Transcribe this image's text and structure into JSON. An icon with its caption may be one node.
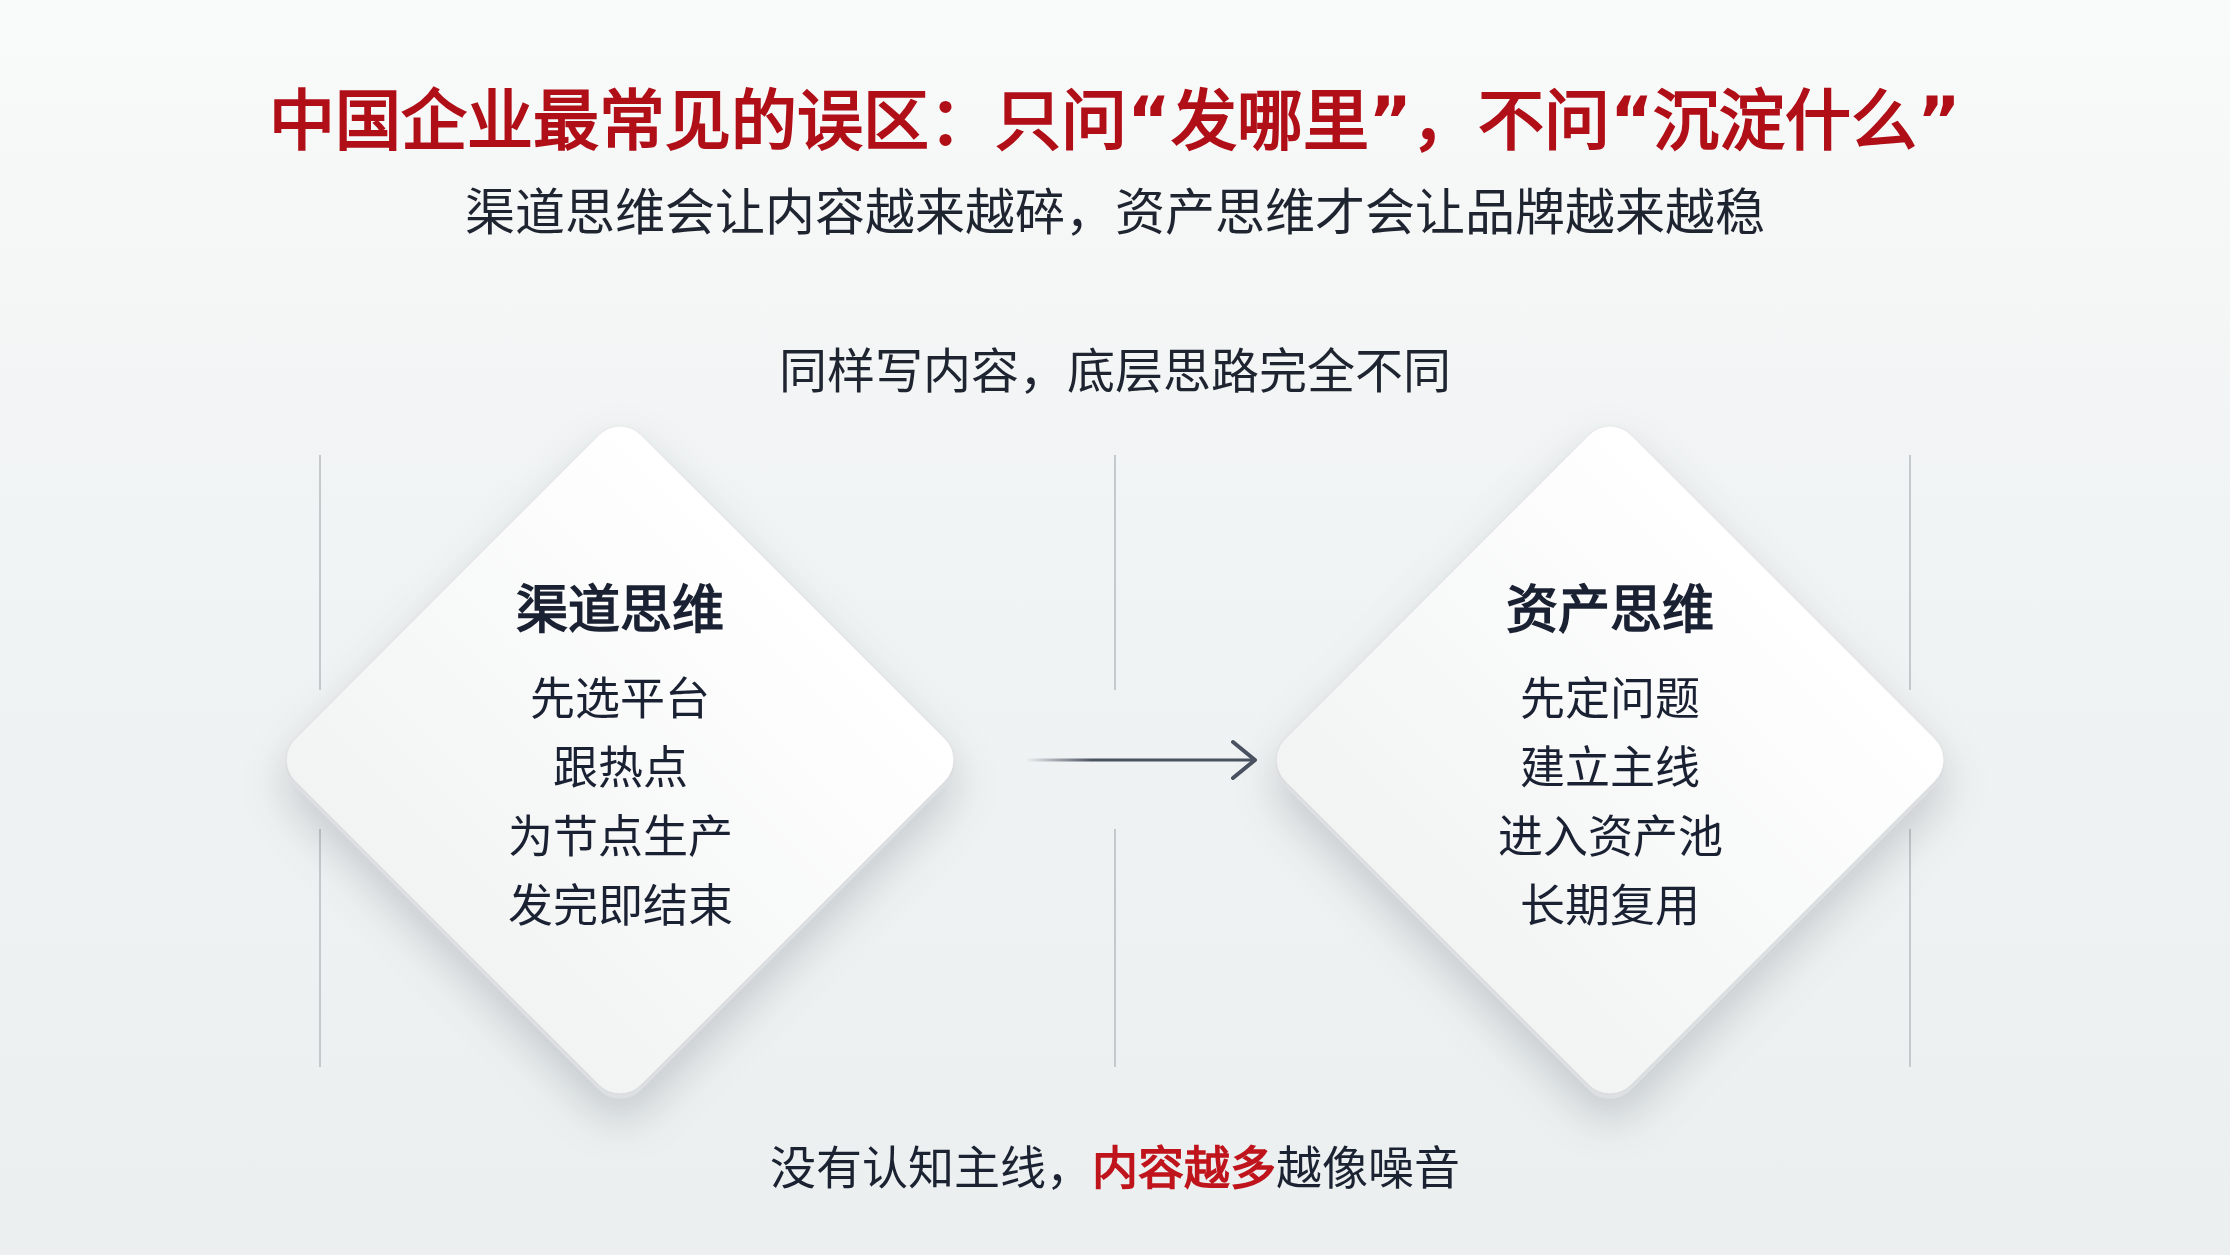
{
  "diagram": {
    "title": "中国企业最常见的误区：只问“发哪里”，不问“沉淀什么”",
    "nodes": [
      {
        "text": [
          "渠道思维",
          "先选平台",
          "跟热点",
          "为节点生产",
          "发完即结束"
        ]
      },
      {
        "text": [
          "资产思维",
          "先定问题",
          "建立主线",
          "进入资产池",
          "长期复用"
        ]
      }
    ],
    "edges": [
      {
        "from": 0,
        "to": 1,
        "arrow": "to"
      }
    ],
    "labels": [
      "渠道思维会让内容越来越碎，资产思维才会让品牌越来越稳",
      "同样写内容，底层思路完全不同",
      "没有认知主线，**内容越多**越像噪音"
    ]
  }
}
